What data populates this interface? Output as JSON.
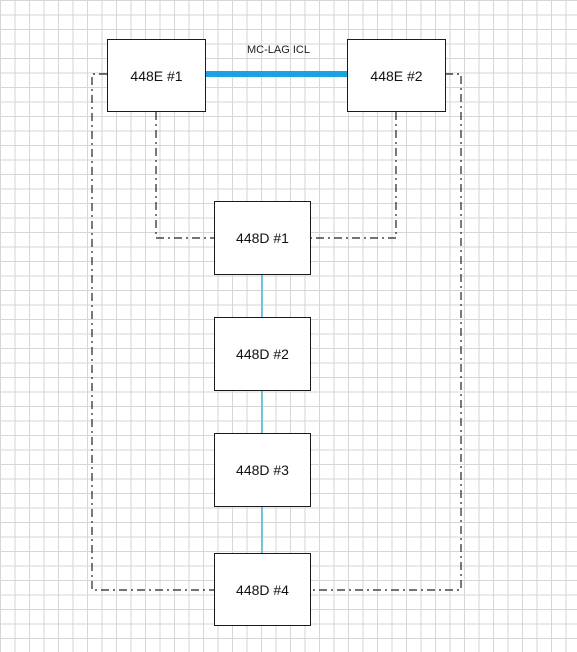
{
  "diagram": {
    "nodes": {
      "e1": "448E #1",
      "e2": "448E #2",
      "d1": "448D #1",
      "d2": "448D #2",
      "d3": "448D #3",
      "d4": "448D #4"
    },
    "icl_label": "MC-LAG ICL",
    "colors": {
      "icl": "#1aa3e0",
      "stack": "#49b6d6",
      "dashed": "#222222"
    }
  }
}
